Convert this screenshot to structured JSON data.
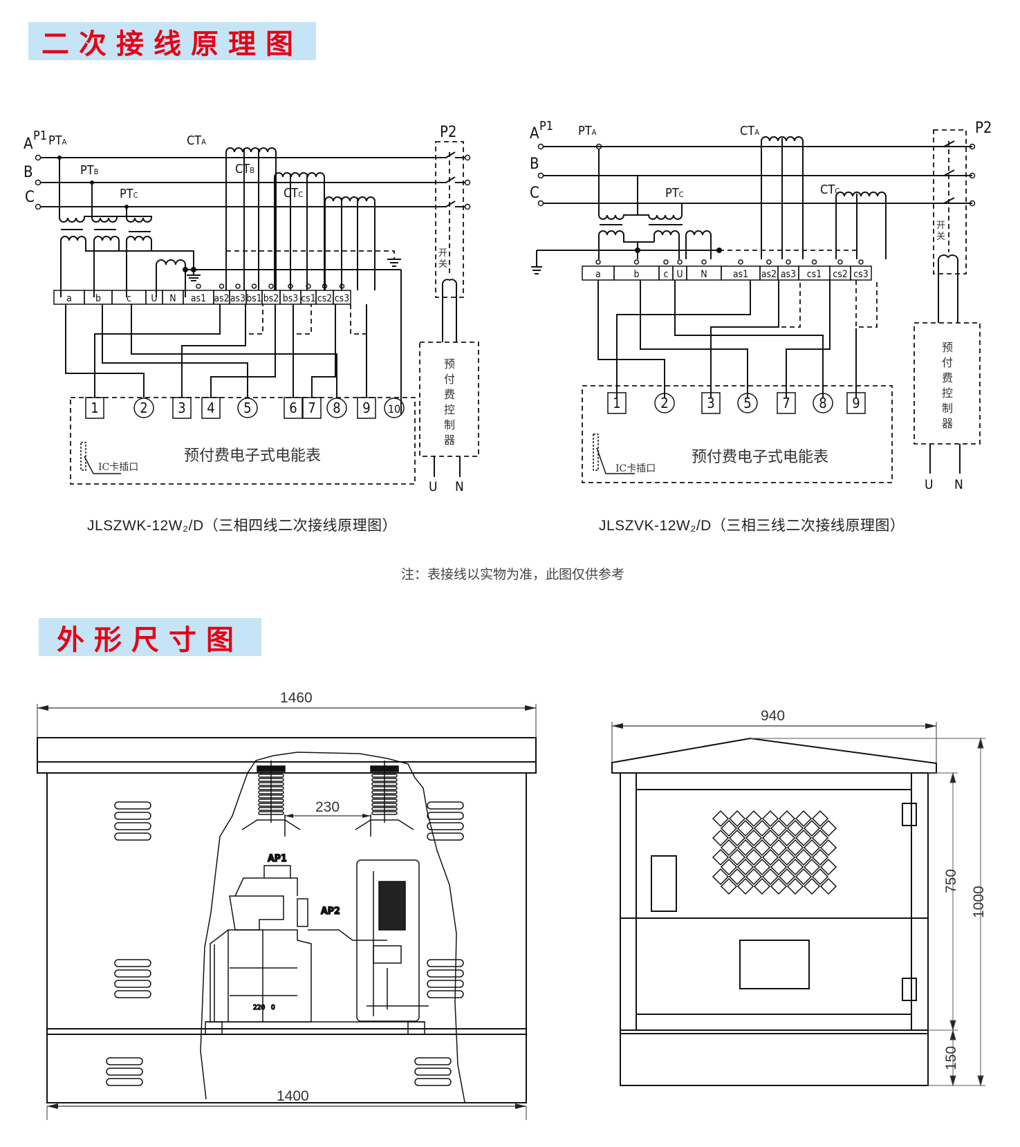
{
  "sections": {
    "wiring_title": "二次接线原理图",
    "dimension_title": "外形尺寸图"
  },
  "diagram_left": {
    "phases": [
      "A",
      "B",
      "C"
    ],
    "p1": "P1",
    "p2": "P2",
    "pt_labels": [
      "PT",
      "A",
      "PT",
      "B",
      "PT",
      "C"
    ],
    "ct_labels": [
      "CT",
      "A",
      "CT",
      "B",
      "CT",
      "C"
    ],
    "terminals": [
      "a",
      "b",
      "c",
      "U",
      "N",
      "as1",
      "as2",
      "as3",
      "bs1",
      "bs2",
      "bs3",
      "cs1",
      "cs2",
      "cs3"
    ],
    "meter_pins": [
      "1",
      "2",
      "3",
      "4",
      "5",
      "6",
      "7",
      "8",
      "9",
      "10"
    ],
    "meter_label": "预付费电子式电能表",
    "ic_label": "IC卡插口",
    "switch_label": [
      "开",
      "关"
    ],
    "controller_label": [
      "预",
      "付",
      "费",
      "控",
      "制",
      "器"
    ],
    "supply": [
      "U",
      "N"
    ],
    "caption": "JLSZWK-12W₂/D（三相四线二次接线原理图）"
  },
  "diagram_right": {
    "phases": [
      "A",
      "B",
      "C"
    ],
    "p1": "P1",
    "p2": "P2",
    "pt_labels": [
      "PT",
      "A",
      "PT",
      "C"
    ],
    "ct_labels": [
      "CT",
      "A",
      "CT",
      "C"
    ],
    "terminals": [
      "a",
      "b",
      "c",
      "U",
      "N",
      "as1",
      "as2",
      "as3",
      "cs1",
      "cs2",
      "cs3"
    ],
    "meter_pins": [
      "1",
      "2",
      "3",
      "5",
      "7",
      "8",
      "9"
    ],
    "meter_label": "预付费电子式电能表",
    "ic_label": "IC卡插口",
    "switch_label": [
      "开",
      "关"
    ],
    "controller_label": [
      "预",
      "付",
      "费",
      "控",
      "制",
      "器"
    ],
    "supply": [
      "U",
      "N"
    ],
    "caption": "JLSZVK-12W₂/D（三相三线二次接线原理图）"
  },
  "note": "注：表接线以实物为准，此图仅供参考",
  "front_view": {
    "width_top": "1460",
    "width_bottom": "1400",
    "spacing": "230",
    "labels": [
      "AP1",
      "AP2"
    ],
    "scale_marks": [
      "220",
      "0"
    ]
  },
  "side_view": {
    "width": "940",
    "height_total": "1000",
    "height_door": "750",
    "height_base": "150"
  }
}
